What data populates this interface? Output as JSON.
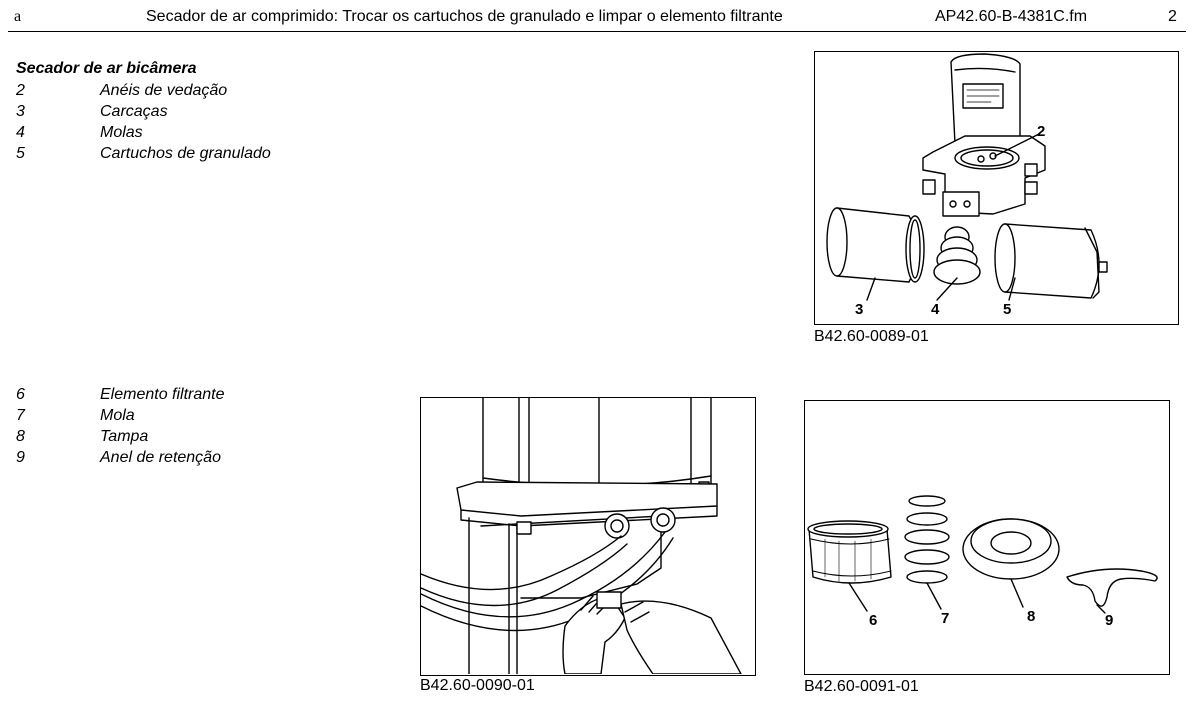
{
  "header": {
    "left_mark": "a",
    "title": "Secador de ar comprimido: Trocar os cartuchos de granulado e limpar o elemento filtrante",
    "file_code": "AP42.60-B-4381C.fm",
    "page_number": "2"
  },
  "section1": {
    "heading": "Secador de ar bicâmera",
    "items": [
      {
        "num": "2",
        "label": "Anéis de vedação"
      },
      {
        "num": "3",
        "label": "Carcaças"
      },
      {
        "num": "4",
        "label": "Molas"
      },
      {
        "num": "5",
        "label": "Cartuchos de granulado"
      }
    ]
  },
  "section2": {
    "items": [
      {
        "num": "6",
        "label": "Elemento filtrante"
      },
      {
        "num": "7",
        "label": "Mola"
      },
      {
        "num": "8",
        "label": "Tampa"
      },
      {
        "num": "9",
        "label": "Anel de retenção"
      }
    ]
  },
  "figures": {
    "fig1": {
      "caption": "B42.60-0089-01",
      "callouts": [
        "2",
        "3",
        "4",
        "5"
      ]
    },
    "fig2": {
      "caption": "B42.60-0090-01"
    },
    "fig3": {
      "caption": "B42.60-0091-01",
      "callouts": [
        "6",
        "7",
        "8",
        "9"
      ]
    }
  }
}
